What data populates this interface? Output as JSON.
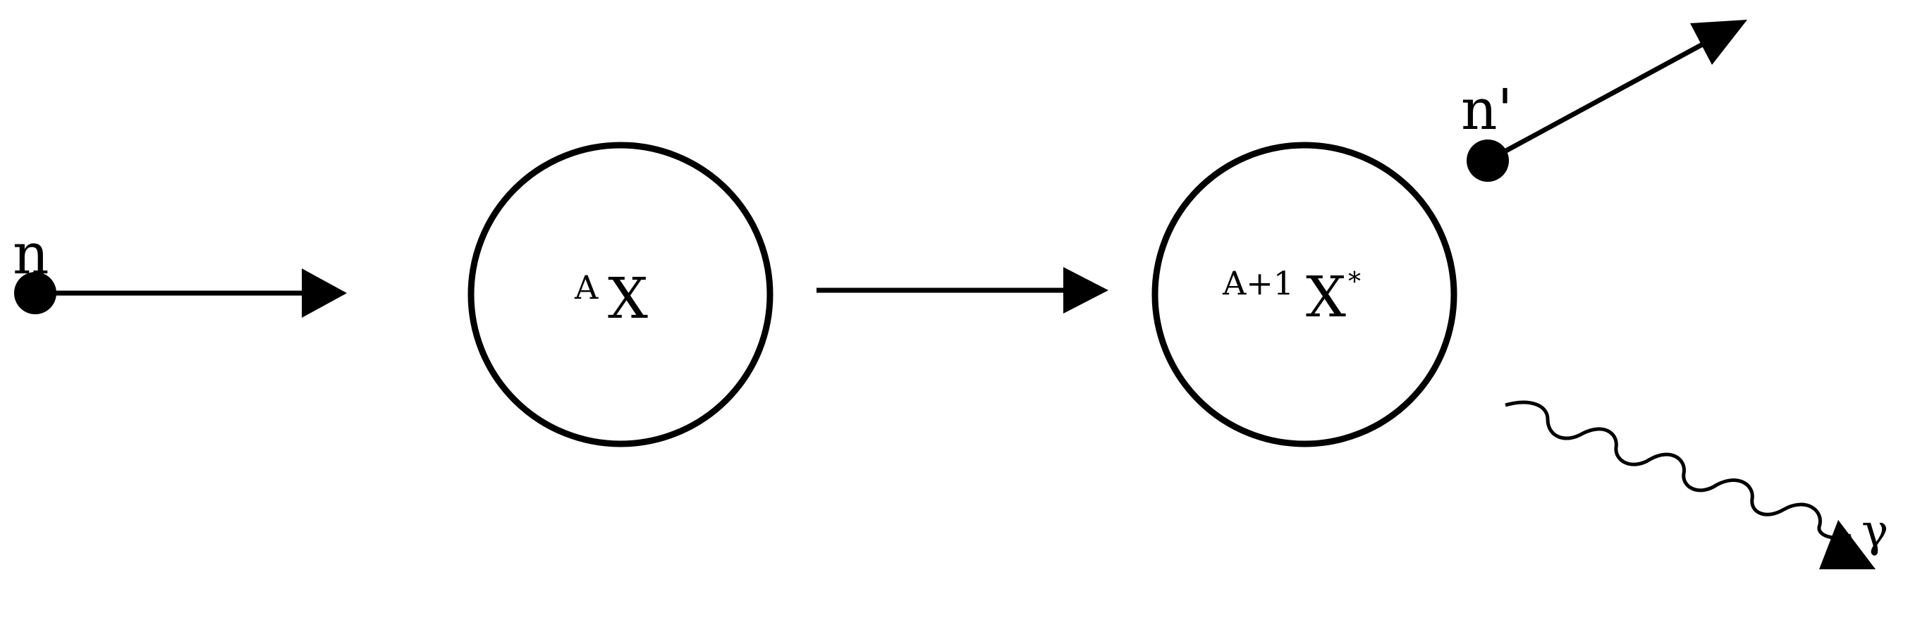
{
  "diagram": {
    "labels": {
      "incoming_neutron": "n",
      "target_mass_number": "A",
      "target_symbol": "X",
      "compound_mass_number": "A+1",
      "compound_symbol": "X",
      "excited_marker": "*",
      "scattered_neutron": "n'",
      "gamma_ray": "γ"
    },
    "colors": {
      "stroke": "#000000",
      "background": "#ffffff"
    }
  }
}
